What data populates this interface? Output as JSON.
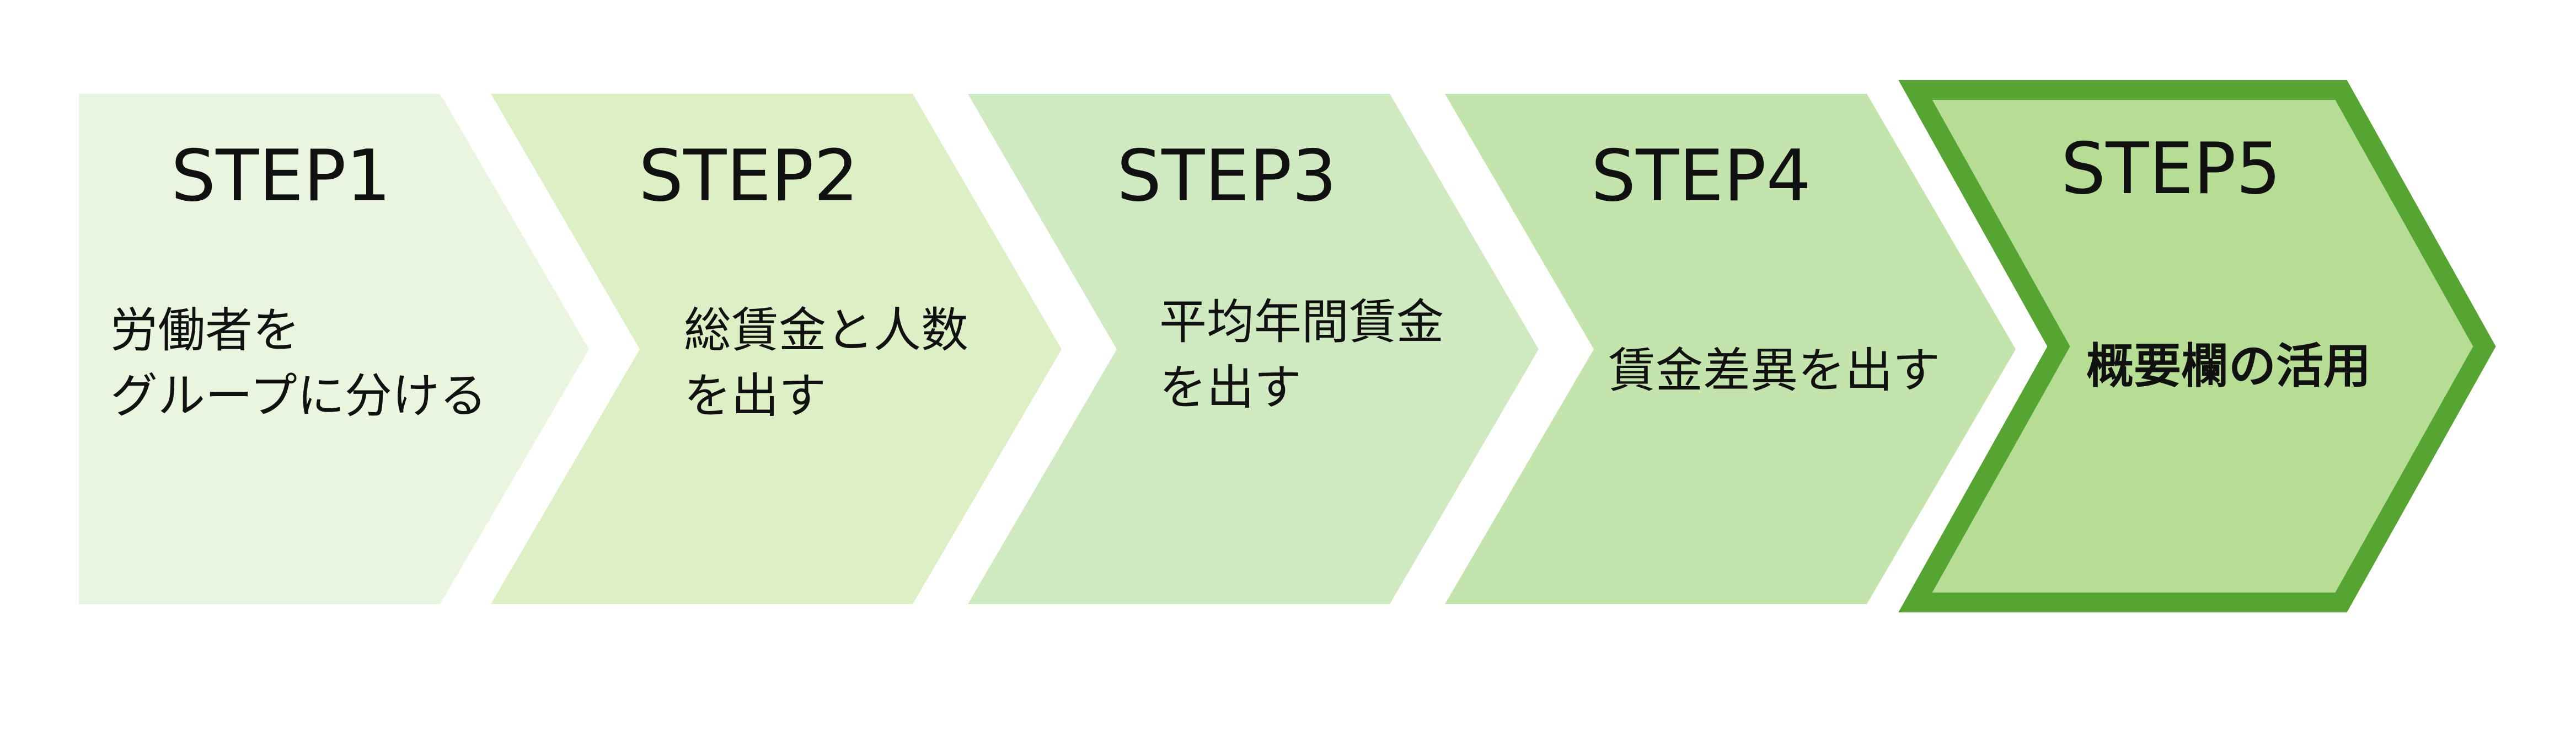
{
  "diagram": {
    "steps": [
      {
        "title": "STEP1",
        "label_lines": [
          "労働者を",
          "グループに分ける"
        ],
        "fill": "#eaf5df",
        "stroke": "",
        "highlighted": false
      },
      {
        "title": "STEP2",
        "label_lines": [
          "総賃金と人数",
          "を出す"
        ],
        "fill": "#dcefc5",
        "stroke": "",
        "highlighted": false
      },
      {
        "title": "STEP3",
        "label_lines": [
          "平均年間賃金",
          "を出す"
        ],
        "fill": "#cfe9c0",
        "stroke": "",
        "highlighted": false
      },
      {
        "title": "STEP4",
        "label_lines": [
          "賃金差異を出す"
        ],
        "fill": "#c3e4ab",
        "stroke": "",
        "highlighted": false
      },
      {
        "title": "STEP5",
        "label_lines": [
          "概要欄の活用"
        ],
        "fill": "#b5dd94",
        "stroke": "#56a432",
        "highlighted": true
      }
    ]
  }
}
